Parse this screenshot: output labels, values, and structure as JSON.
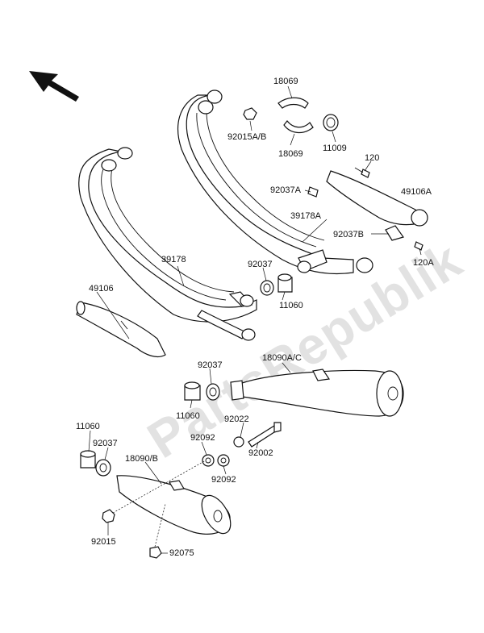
{
  "watermark": "PartsRepublik",
  "labels": [
    {
      "id": "l18069a",
      "text": "18069"
    },
    {
      "id": "l92015ab",
      "text": "92015A/B"
    },
    {
      "id": "l18069b",
      "text": "18069"
    },
    {
      "id": "l11009",
      "text": "11009"
    },
    {
      "id": "l120",
      "text": "120"
    },
    {
      "id": "l92037a",
      "text": "92037A"
    },
    {
      "id": "l49106a",
      "text": "49106A"
    },
    {
      "id": "l39178a",
      "text": "39178A"
    },
    {
      "id": "l92037b",
      "text": "92037B"
    },
    {
      "id": "l120a",
      "text": "120A"
    },
    {
      "id": "l39178",
      "text": "39178"
    },
    {
      "id": "l92037c",
      "text": "92037"
    },
    {
      "id": "l11060a",
      "text": "11060"
    },
    {
      "id": "l49106",
      "text": "49106"
    },
    {
      "id": "l92037d",
      "text": "92037"
    },
    {
      "id": "l18090ac",
      "text": "18090A/C"
    },
    {
      "id": "l11060b",
      "text": "11060"
    },
    {
      "id": "l92022",
      "text": "92022"
    },
    {
      "id": "l11060c",
      "text": "11060"
    },
    {
      "id": "l92037e",
      "text": "92037"
    },
    {
      "id": "l92092a",
      "text": "92092"
    },
    {
      "id": "l92002",
      "text": "92002"
    },
    {
      "id": "l18090b",
      "text": "18090/B"
    },
    {
      "id": "l92092b",
      "text": "92092"
    },
    {
      "id": "l92015",
      "text": "92015"
    },
    {
      "id": "l92075",
      "text": "92075"
    }
  ]
}
